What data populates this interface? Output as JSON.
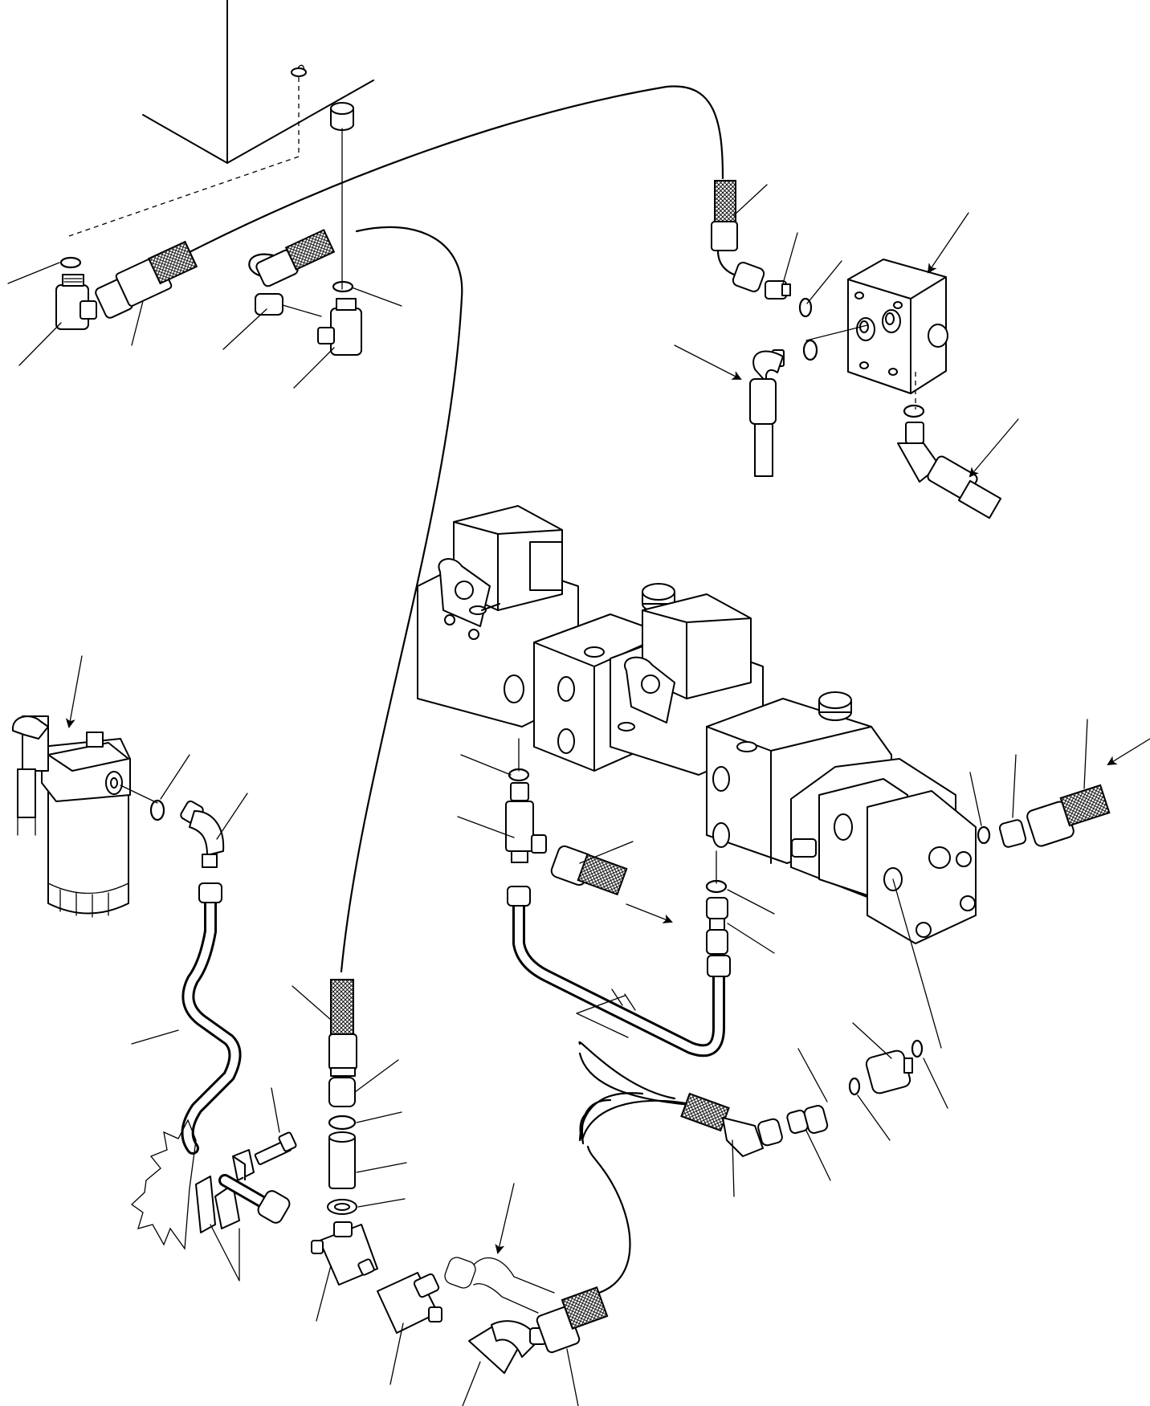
{
  "diagram": {
    "callout_labels": [],
    "arrow_icon": "arrow-pointer-icon",
    "components": [
      "tank-bracket",
      "hydraulic-valve-block",
      "line-filter",
      "tandem-gear-pump",
      "frame-plate",
      "clamp-bracket",
      "tee-fitting",
      "elbow-fitting",
      "hose-assembly",
      "steel-tube",
      "o-ring"
    ],
    "colors": {
      "ink": "#000000",
      "paper": "#ffffff"
    }
  }
}
